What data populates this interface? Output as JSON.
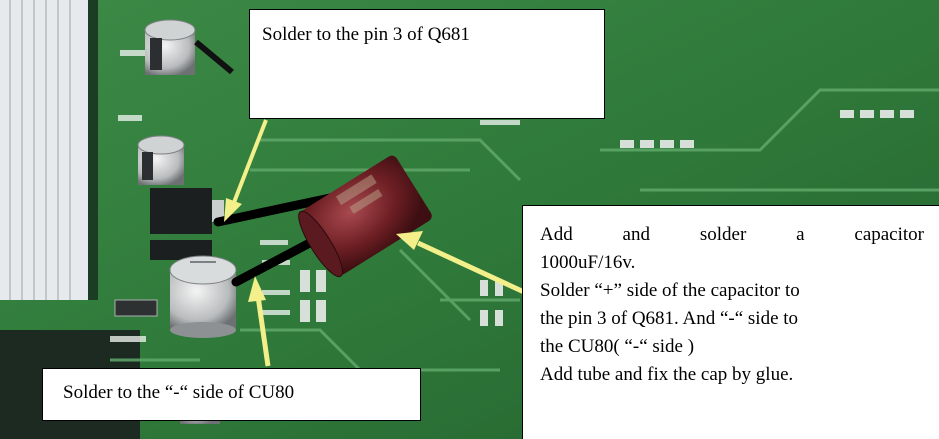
{
  "callouts": {
    "top": "Solder to the pin 3 of Q681",
    "bottom": "Solder to the “-“ side of CU80",
    "right": {
      "lines": [
        "Add and solder a capacitor",
        "1000uF/16v.",
        "Solder “+” side of the capacitor to",
        "the pin 3 of Q681. And “-“ side to",
        "the CU80( “-“ side )",
        "Add tube and fix the cap by glue."
      ]
    }
  },
  "colors": {
    "pcb_green": "#2f7a3a",
    "arrow_yellow": "#f3ef8a",
    "capacitor_maroon": "#6e1f24",
    "wire_black": "#000000"
  }
}
